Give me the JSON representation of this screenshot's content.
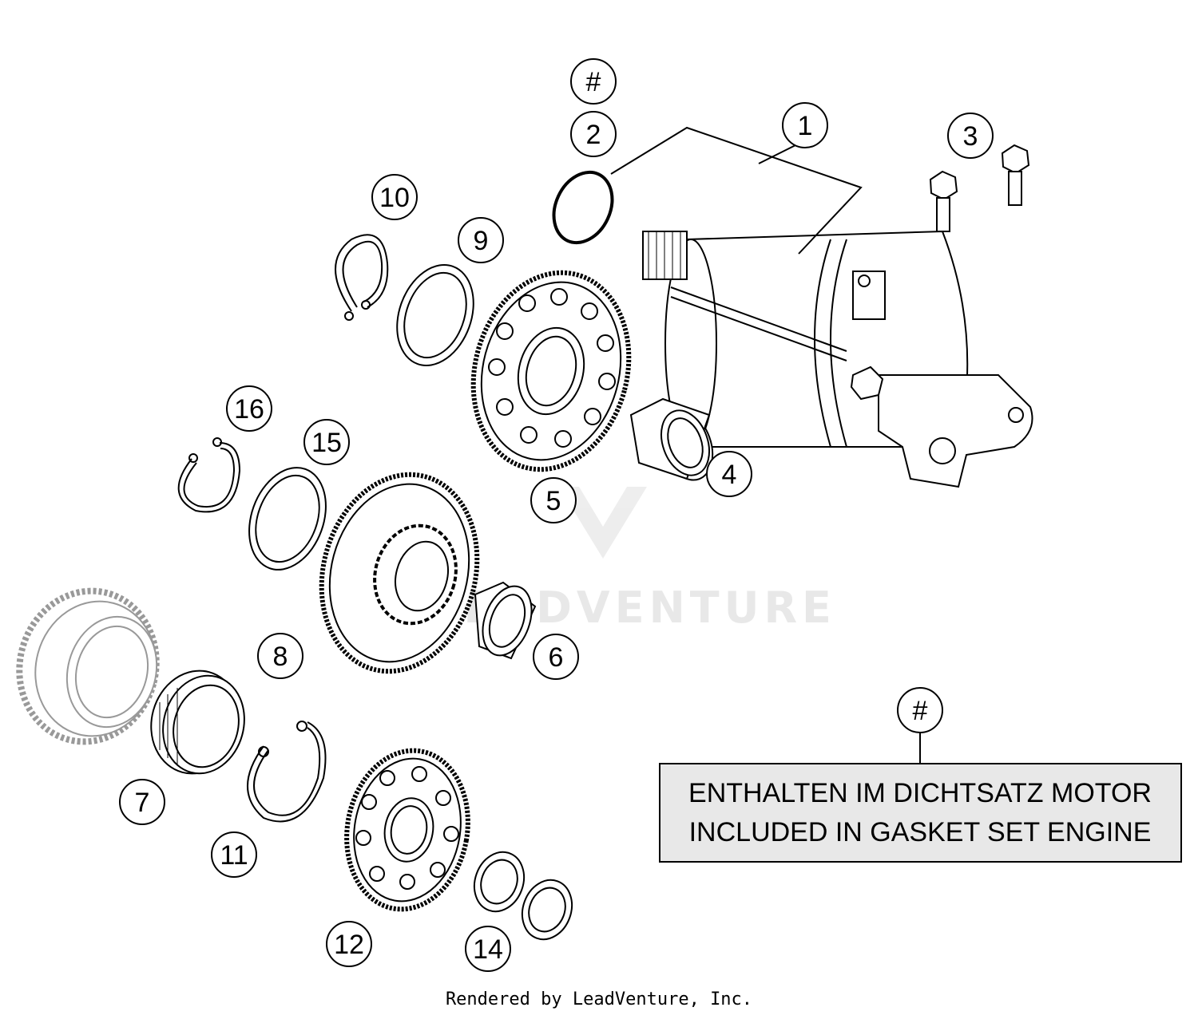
{
  "callouts": {
    "c1": "1",
    "c2": "2",
    "c3": "3",
    "c4": "4",
    "c5": "5",
    "c6": "6",
    "c7": "7",
    "c8": "8",
    "c9": "9",
    "c10": "10",
    "c11": "11",
    "c12": "12",
    "c14": "14",
    "c15": "15",
    "c16": "16",
    "hash_top": "#",
    "hash_legend": "#"
  },
  "legend": {
    "line1": "ENTHALTEN IM DICHTSATZ MOTOR",
    "line2": "INCLUDED IN GASKET SET ENGINE"
  },
  "watermark": "LEADVENTURE",
  "footer": "Rendered by LeadVenture, Inc.",
  "colors": {
    "line": "#000000",
    "legend_fill": "#e8e8e8",
    "watermark": "#e6e6e6"
  }
}
